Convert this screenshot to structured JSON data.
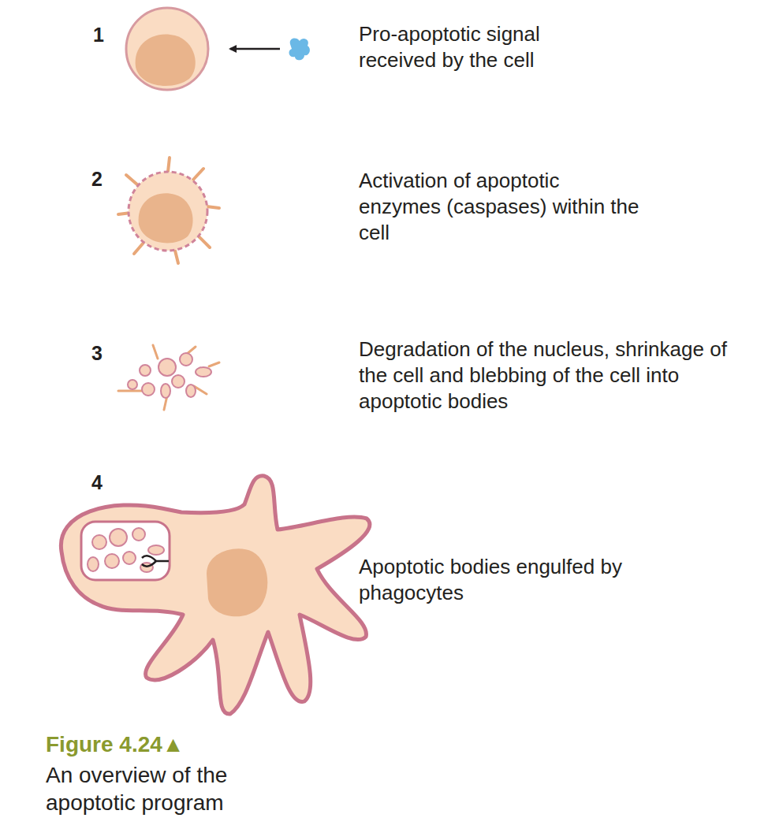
{
  "diagram": {
    "caption": "An overview of the apoptotic program",
    "labels": [
      "1",
      "Pro-apoptotic signal received by the cell",
      "2",
      "Activation of apoptotic enzymes (caspases) within the cell",
      "3",
      "Degradation of the nucleus, shrinkage of the cell and blebbing of the cell into apoptotic bodies",
      "4",
      "Apoptotic bodies engulfed by phagocytes",
      "Figure 4.24▲"
    ]
  }
}
